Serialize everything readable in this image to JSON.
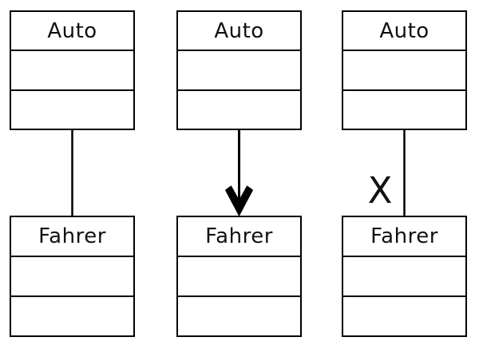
{
  "diagram": {
    "description": "Three UML-style class diagrams comparing association notations",
    "colors": {
      "stroke": "#000000",
      "background": "#ffffff",
      "text": "#111111"
    },
    "columns": [
      {
        "top_class": "Auto",
        "bottom_class": "Fahrer",
        "connector": "plain association line"
      },
      {
        "top_class": "Auto",
        "bottom_class": "Fahrer",
        "connector": "directed association with filled arrowhead pointing down"
      },
      {
        "top_class": "Auto",
        "bottom_class": "Fahrer",
        "connector": "association line marked as wrong",
        "cross_label": "X"
      }
    ]
  }
}
